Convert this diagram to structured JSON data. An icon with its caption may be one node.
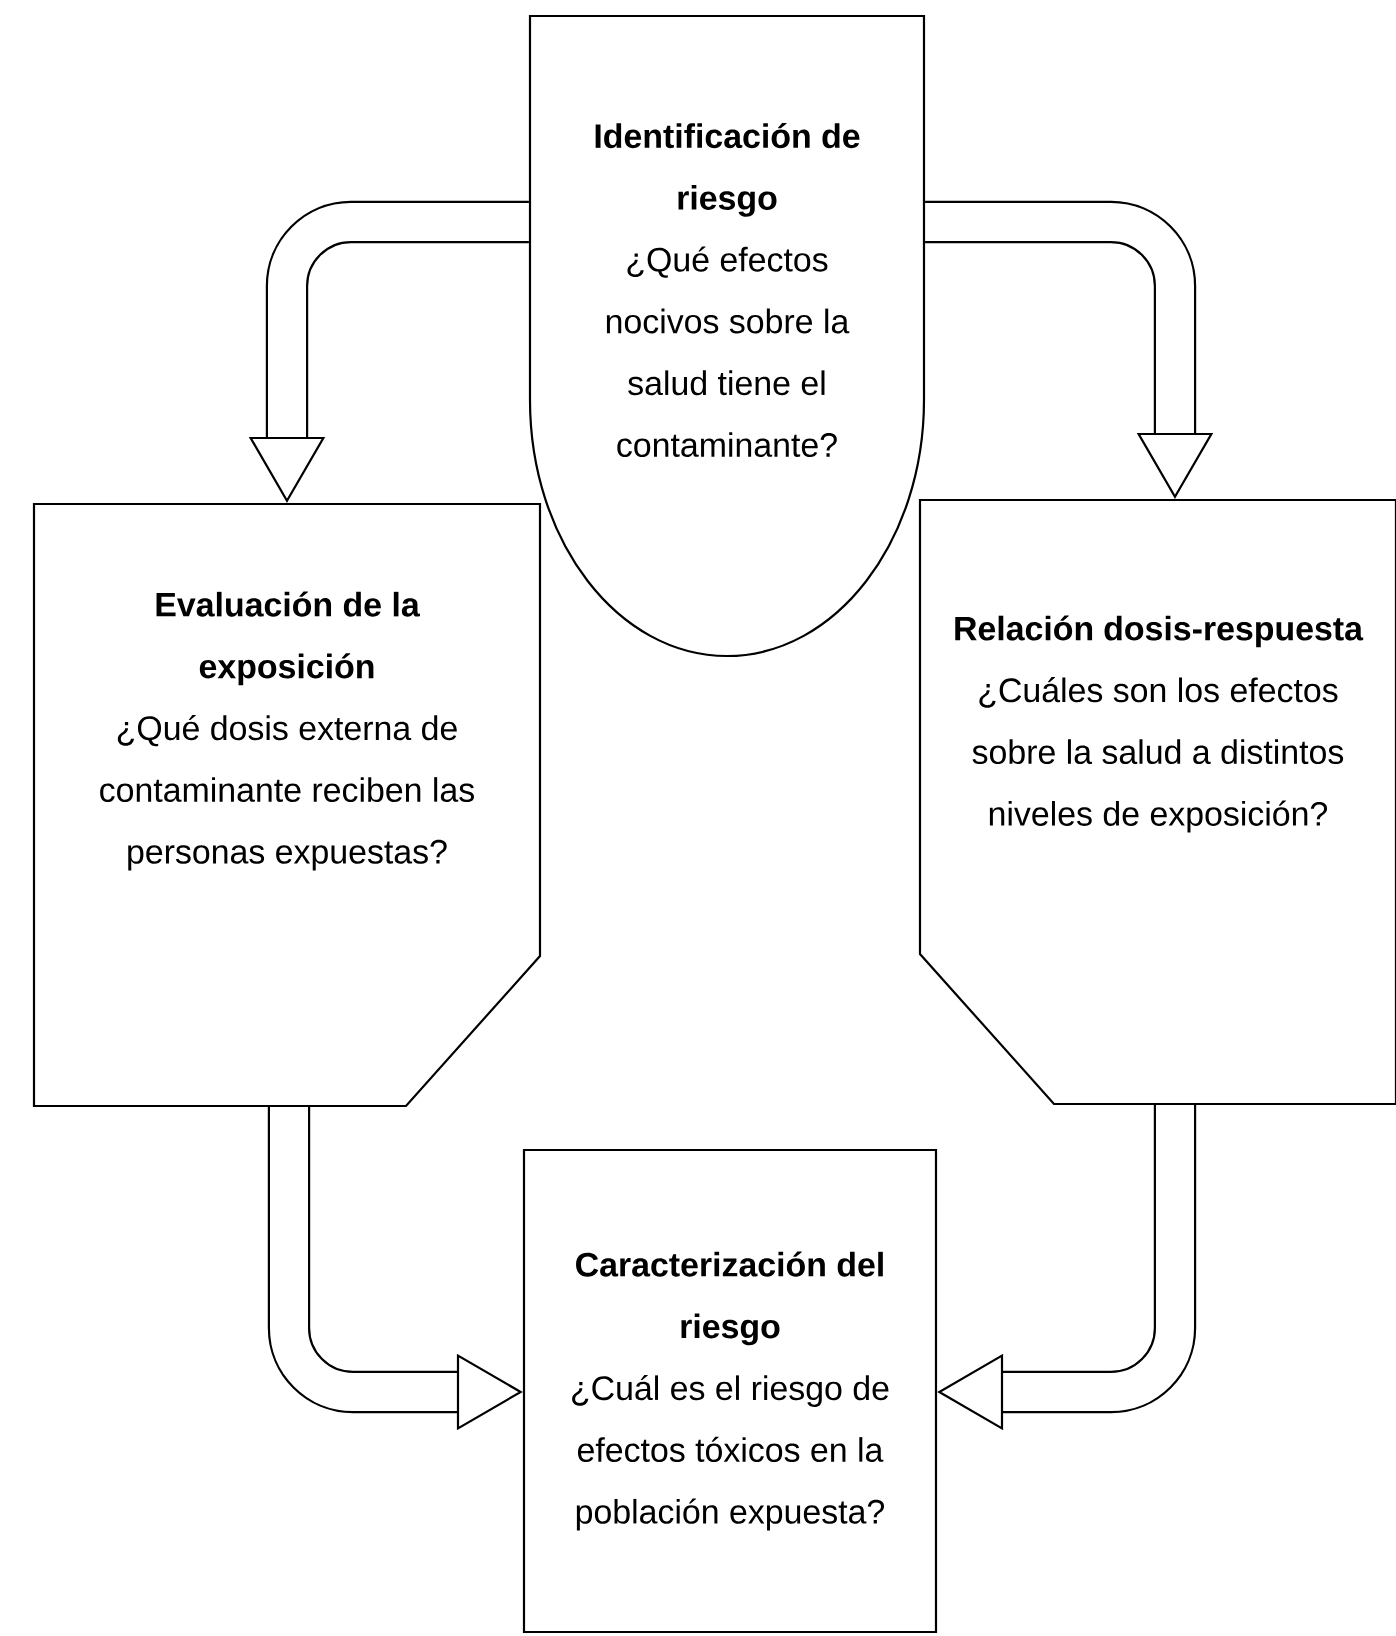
{
  "diagram": {
    "nodes": [
      {
        "text": [
          "Identificación de riesgo",
          "¿Qué efectos nocivos sobre la salud tiene el contaminante?"
        ]
      },
      {
        "text": [
          "Evaluación de la exposición",
          "¿Qué dosis externa de contaminante reciben las personas expuestas?"
        ]
      },
      {
        "text": [
          "Relación dosis-respuesta",
          "¿Cuáles son los efectos sobre la salud a distintos niveles de exposición?"
        ]
      },
      {
        "text": [
          "Caracterización del riesgo",
          "¿Cuál es el riesgo de efectos tóxicos en la población expuesta?"
        ]
      }
    ],
    "edges": [
      {
        "from": 0,
        "to": 1,
        "arrow": "to"
      },
      {
        "from": 0,
        "to": 2,
        "arrow": "to"
      },
      {
        "from": 1,
        "to": 3,
        "arrow": "to"
      },
      {
        "from": 2,
        "to": 3,
        "arrow": "to"
      }
    ]
  }
}
